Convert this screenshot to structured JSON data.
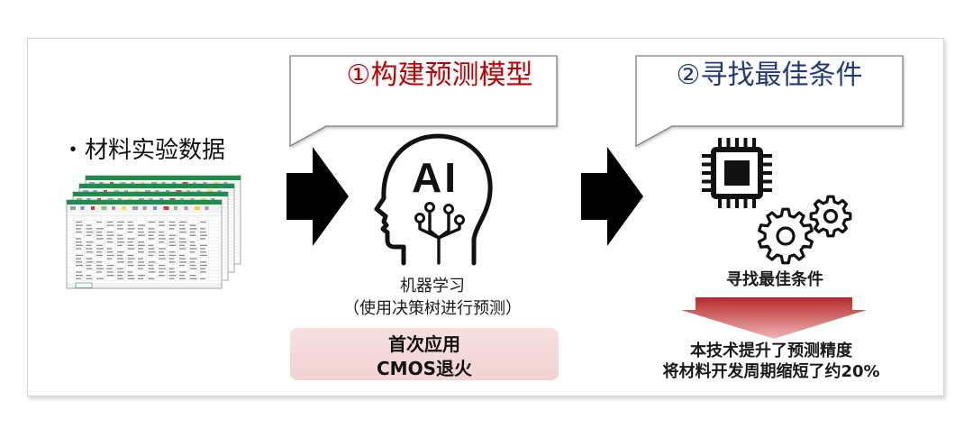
{
  "colors": {
    "step1_title": "#c00000",
    "step2_title": "#1f3a7a",
    "badge_fill": "#f2d3d3",
    "result_arrow_top": "#b52b2b",
    "result_arrow_bottom": "#f0b4b4",
    "spreadsheet_header": "#1f8b4c"
  },
  "input_data": {
    "bullet": "・",
    "label": "材料实验数据",
    "icon": "spreadsheet-stack-icon"
  },
  "flow_arrow_icon": "arrow-right-icon",
  "step1": {
    "title": "①构建预测模型",
    "icon": "ai-head-icon",
    "icon_text": "AI",
    "method": "机器学习",
    "method_detail": "（使用决策树进行预测）",
    "badge": [
      "首次应用",
      "CMOS退火"
    ]
  },
  "step2": {
    "title": "②寻找最佳条件",
    "icons": [
      "chip-icon",
      "gears-icon"
    ],
    "caption": "寻找最佳条件",
    "result_arrow_icon": "arrow-down-icon",
    "result": [
      "本技术提升了预测精度",
      "将材料开发周期缩短了约20%"
    ]
  }
}
